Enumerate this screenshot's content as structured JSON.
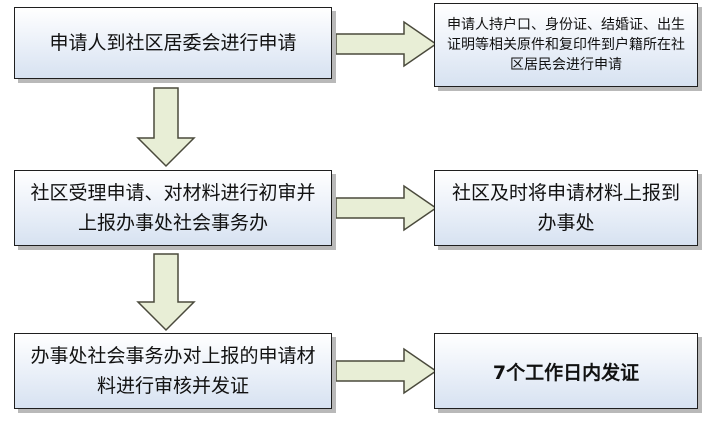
{
  "steps": [
    {
      "main": "申请人到社区居委会进行申请",
      "result": "申请人持户口、身份证、结婚证、出生证明等相关原件和复印件到户籍所在社区居民会进行申请"
    },
    {
      "main": "社区受理申请、对材料进行初审并上报办事处社会事务办",
      "result": "社区及时将申请材料上报到办事处"
    },
    {
      "main": "办事处社会事务办对上报的申请材料进行审核并发证",
      "result": "7个工作日内发证"
    }
  ],
  "colors": {
    "arrow_fill": "#e8eed6",
    "arrow_stroke": "#4a4a3c",
    "box_border": "#1f1f1f",
    "box_gradient_bottom": "#d7e2f1"
  }
}
